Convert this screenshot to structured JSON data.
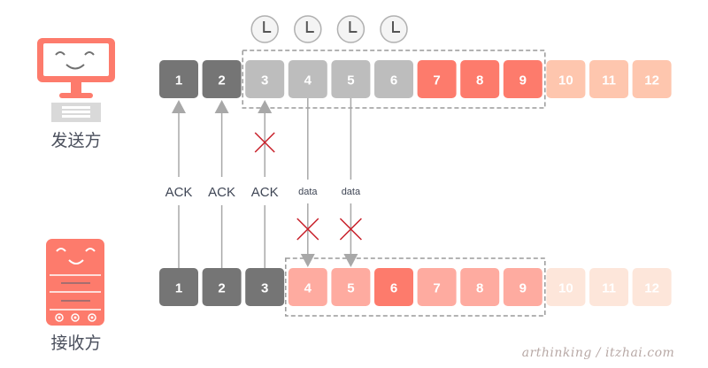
{
  "sender": {
    "label": "发送方",
    "icon": "monitor-smiley-icon",
    "packets": [
      {
        "n": "1",
        "color": "#757575"
      },
      {
        "n": "2",
        "color": "#757575"
      },
      {
        "n": "3",
        "color": "#bdbdbd"
      },
      {
        "n": "4",
        "color": "#bdbdbd"
      },
      {
        "n": "5",
        "color": "#bdbdbd"
      },
      {
        "n": "6",
        "color": "#bdbdbd"
      },
      {
        "n": "7",
        "color": "#fd7b6c"
      },
      {
        "n": "8",
        "color": "#fd7b6c"
      },
      {
        "n": "9",
        "color": "#fd7b6c"
      },
      {
        "n": "10",
        "color": "#fec6ae"
      },
      {
        "n": "11",
        "color": "#fec6ae"
      },
      {
        "n": "12",
        "color": "#fec6ae"
      }
    ],
    "timers_on_packets": [
      "3",
      "4",
      "5",
      "6"
    ],
    "window": {
      "from": "3",
      "to": "9"
    }
  },
  "receiver": {
    "label": "接收方",
    "icon": "server-smiley-icon",
    "packets": [
      {
        "n": "1",
        "color": "#757575"
      },
      {
        "n": "2",
        "color": "#757575"
      },
      {
        "n": "3",
        "color": "#757575"
      },
      {
        "n": "4",
        "color": "#feaba0"
      },
      {
        "n": "5",
        "color": "#feaba0"
      },
      {
        "n": "6",
        "color": "#fd7b6c"
      },
      {
        "n": "7",
        "color": "#feaba0"
      },
      {
        "n": "8",
        "color": "#feaba0"
      },
      {
        "n": "9",
        "color": "#feaba0"
      },
      {
        "n": "10",
        "color": "#fde6da"
      },
      {
        "n": "11",
        "color": "#fde6da"
      },
      {
        "n": "12",
        "color": "#fde6da"
      }
    ],
    "window": {
      "from": "4",
      "to": "9"
    }
  },
  "messages": [
    {
      "label": "ACK",
      "packet": "1",
      "direction": "up",
      "lost": false
    },
    {
      "label": "ACK",
      "packet": "2",
      "direction": "up",
      "lost": false
    },
    {
      "label": "ACK",
      "packet": "3",
      "direction": "up",
      "lost": true
    },
    {
      "label": "data",
      "packet": "4",
      "direction": "down",
      "lost": true
    },
    {
      "label": "data",
      "packet": "5",
      "direction": "down",
      "lost": true
    }
  ],
  "colors": {
    "arrow": "#a8a8a8",
    "lost_mark": "#c8202a",
    "window_border": "#9a9a9a",
    "accent": "#fd7b6c"
  },
  "watermark": "arthinking / itzhai.com"
}
